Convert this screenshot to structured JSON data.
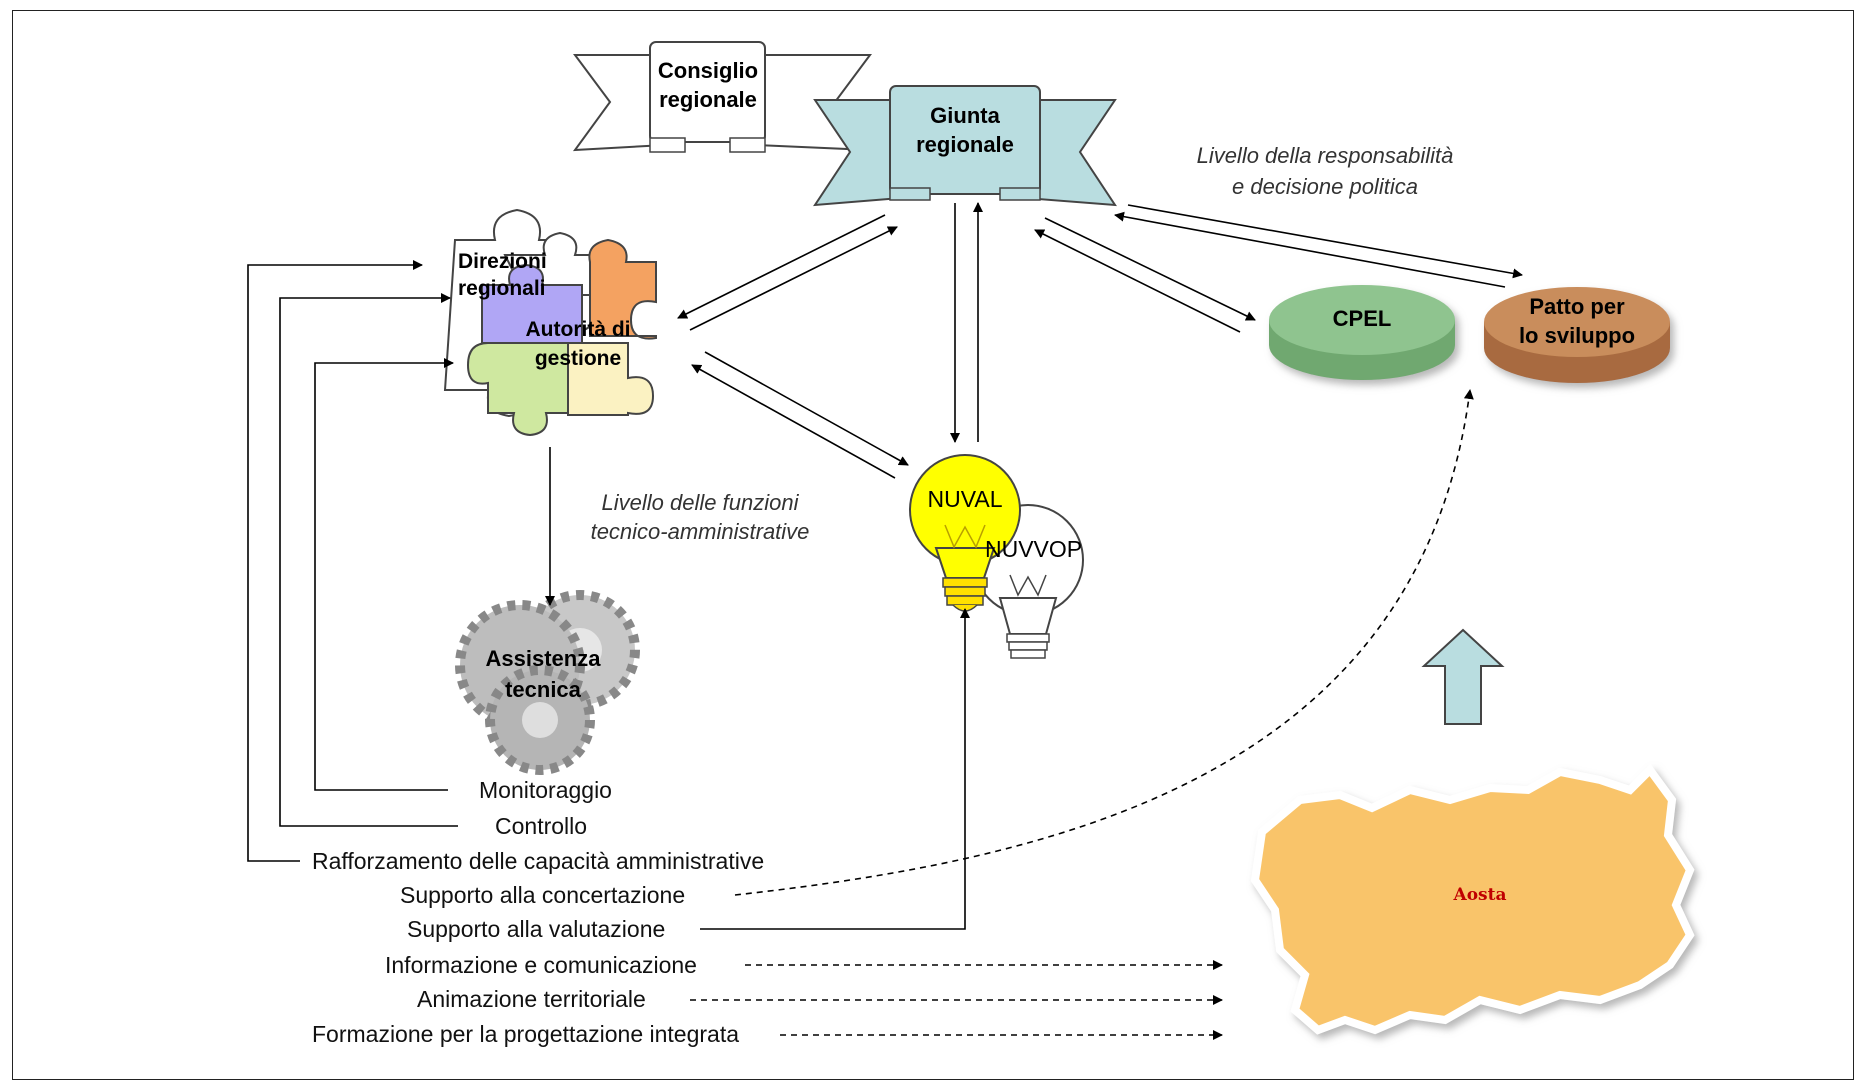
{
  "nodes": {
    "consiglio": "Consiglio\nregionale",
    "giunta": "Giunta\nregionale",
    "direzioni": "Direzioni\nregionali",
    "autorita": "Autorità di\ngestione",
    "assistenza": "Assistenza\ntecnica",
    "nuval": "NUVAL",
    "nuvvop": "NUVVOP",
    "cpel": "CPEL",
    "patto": "Patto per\nlo sviluppo",
    "aosta": "Aosta"
  },
  "levels": {
    "political": "Livello della responsabilità\ne decisione politica",
    "technical": "Livello delle funzioni\ntecnico-amministrative"
  },
  "functions": [
    "Monitoraggio",
    "Controllo",
    "Rafforzamento delle capacità amministrative",
    "Supporto alla concertazione",
    "Supporto alla valutazione",
    "Informazione e comunicazione",
    "Animazione territoriale",
    "Formazione per la progettazione integrata"
  ],
  "colors": {
    "giunta_banner": "#b9dde0",
    "cpel": "#8fc48f",
    "patto": "#c98d5c",
    "nuval_bulb": "#ffff00",
    "aosta_region": "#f9c46a",
    "aosta_label": "#c00000",
    "up_arrow": "#b9dde0",
    "puzzle_blue": "#b0a6f5",
    "puzzle_orange": "#f4a261",
    "puzzle_green": "#cfe8a0",
    "puzzle_yellow": "#fbf2c2"
  }
}
